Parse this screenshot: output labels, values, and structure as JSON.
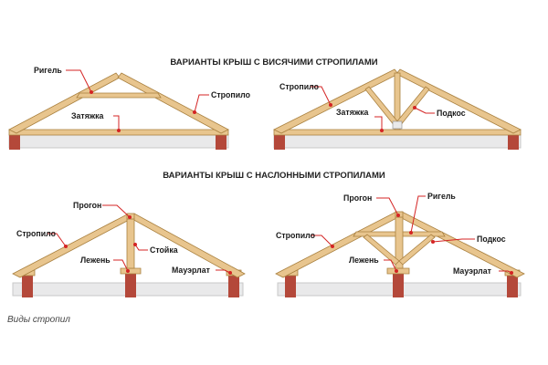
{
  "titles": {
    "hanging": "ВАРИАНТЫ КРЫШ С ВИСЯЧИМИ СТРОПИЛАМИ",
    "layered": "ВАРИАНТЫ КРЫШ С НАСЛОННЫМИ СТРОПИЛАМИ"
  },
  "caption": "Виды стропил",
  "labels": {
    "d1": {
      "rigel": "Ригель",
      "stropilo": "Стропило",
      "zatyazhka": "Затяжка"
    },
    "d2": {
      "stropilo": "Стропило",
      "zatyazhka": "Затяжка",
      "podkos": "Подкос"
    },
    "d3": {
      "progon": "Прогон",
      "stropilo": "Стропило",
      "stoyka": "Стойка",
      "lezhen": "Лежень",
      "mauerlat": "Мауэрлат"
    },
    "d4": {
      "progon": "Прогон",
      "rigel": "Ригель",
      "stropilo": "Стропило",
      "podkos": "Подкос",
      "lezhen": "Лежень",
      "mauerlat": "Мауэрлат"
    }
  },
  "colors": {
    "wood": "#e8c58e",
    "wood_edge": "#a9803f",
    "brick": "#b4483a",
    "ceiling": "#e9e9ea",
    "leader": "#d42424",
    "dot": "#d42424"
  }
}
